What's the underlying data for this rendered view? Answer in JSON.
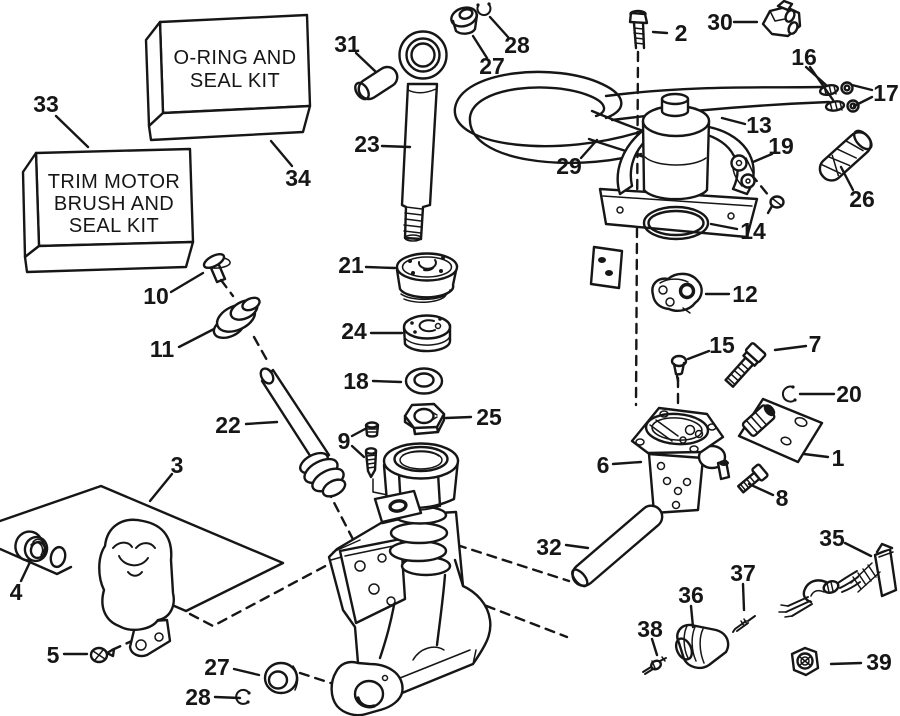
{
  "colors": {
    "background": "#ffffff",
    "ink": "#161616"
  },
  "kit_boxes": {
    "oring_seal": {
      "lines": [
        "O-RING AND",
        "SEAL KIT"
      ]
    },
    "trim_motor": {
      "lines": [
        "TRIM MOTOR",
        "BRUSH AND",
        "SEAL KIT"
      ]
    }
  },
  "callouts": [
    {
      "n": "1"
    },
    {
      "n": "2"
    },
    {
      "n": "3"
    },
    {
      "n": "4"
    },
    {
      "n": "5"
    },
    {
      "n": "6"
    },
    {
      "n": "7"
    },
    {
      "n": "8"
    },
    {
      "n": "9"
    },
    {
      "n": "10"
    },
    {
      "n": "11"
    },
    {
      "n": "12"
    },
    {
      "n": "13"
    },
    {
      "n": "14"
    },
    {
      "n": "15"
    },
    {
      "n": "16"
    },
    {
      "n": "17"
    },
    {
      "n": "18"
    },
    {
      "n": "19"
    },
    {
      "n": "20"
    },
    {
      "n": "21"
    },
    {
      "n": "22"
    },
    {
      "n": "23"
    },
    {
      "n": "24"
    },
    {
      "n": "25"
    },
    {
      "n": "26"
    },
    {
      "n": "27"
    },
    {
      "n": "27"
    },
    {
      "n": "28"
    },
    {
      "n": "28"
    },
    {
      "n": "29"
    },
    {
      "n": "30"
    },
    {
      "n": "31"
    },
    {
      "n": "32"
    },
    {
      "n": "33"
    },
    {
      "n": "34"
    },
    {
      "n": "35"
    },
    {
      "n": "36"
    },
    {
      "n": "37"
    },
    {
      "n": "38"
    },
    {
      "n": "39"
    }
  ]
}
